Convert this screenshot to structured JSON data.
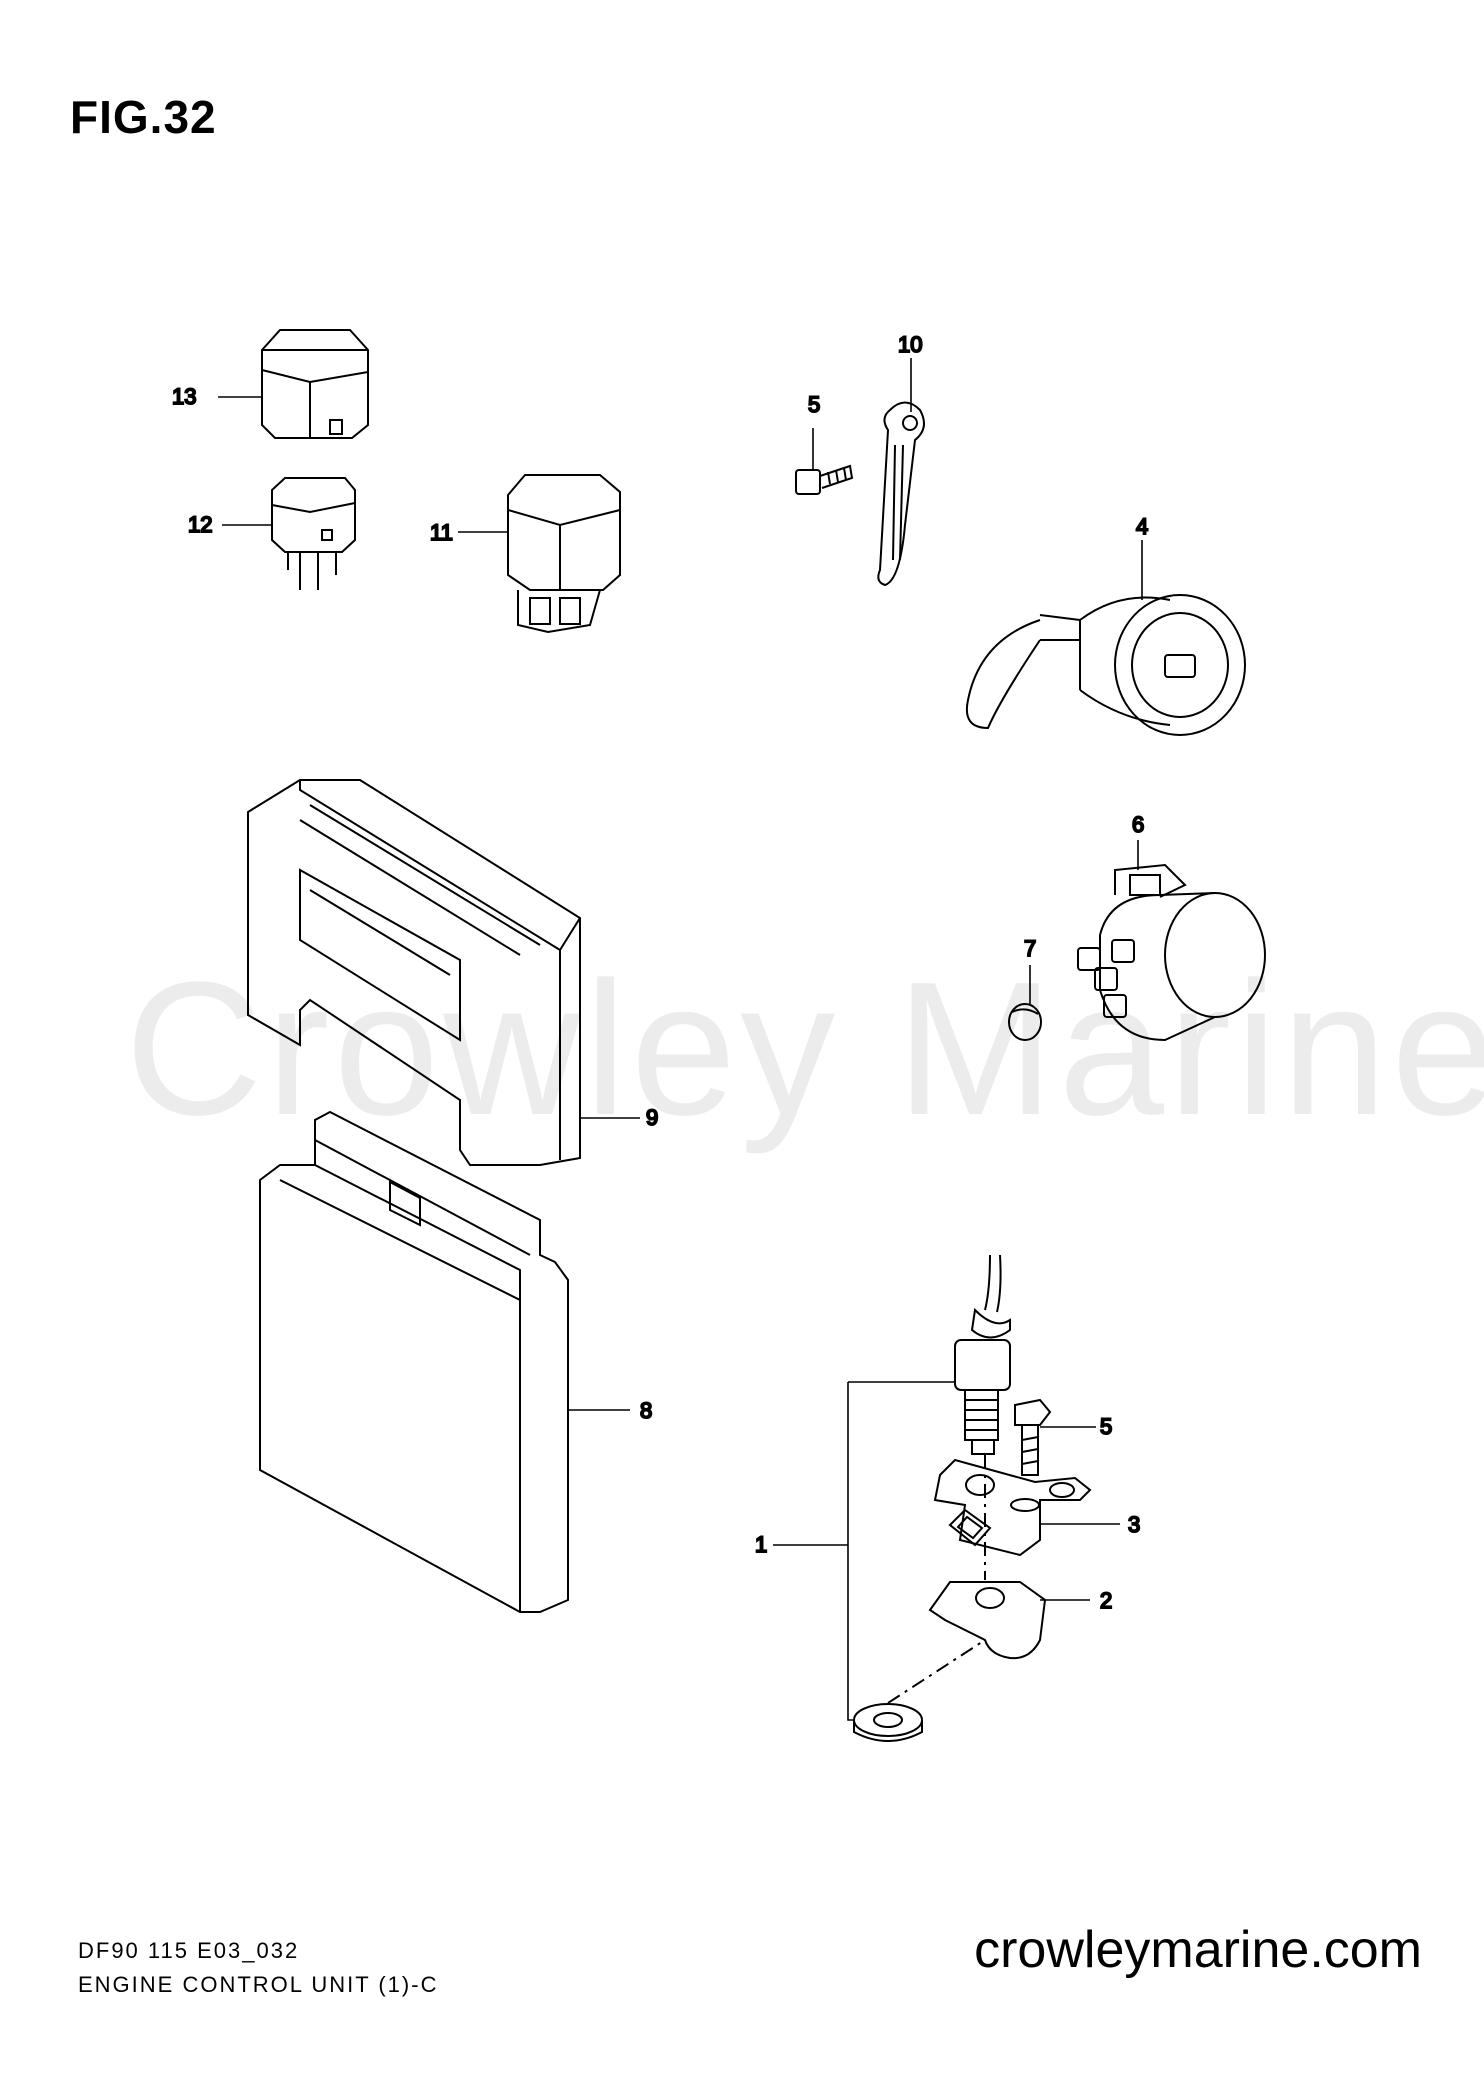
{
  "figure": {
    "title": "FIG.32"
  },
  "watermark": "Crowley Marine",
  "callouts": {
    "c1": "1",
    "c2": "2",
    "c3": "3",
    "c4": "4",
    "c5a": "5",
    "c5b": "5",
    "c6": "6",
    "c7": "7",
    "c8": "8",
    "c9": "9",
    "c10": "10",
    "c11": "11",
    "c12": "12",
    "c13": "13"
  },
  "footer": {
    "code": "DF90 115 E03_032",
    "title": "ENGINE CONTROL UNIT (1)-C",
    "website": "crowleymarine.com"
  }
}
